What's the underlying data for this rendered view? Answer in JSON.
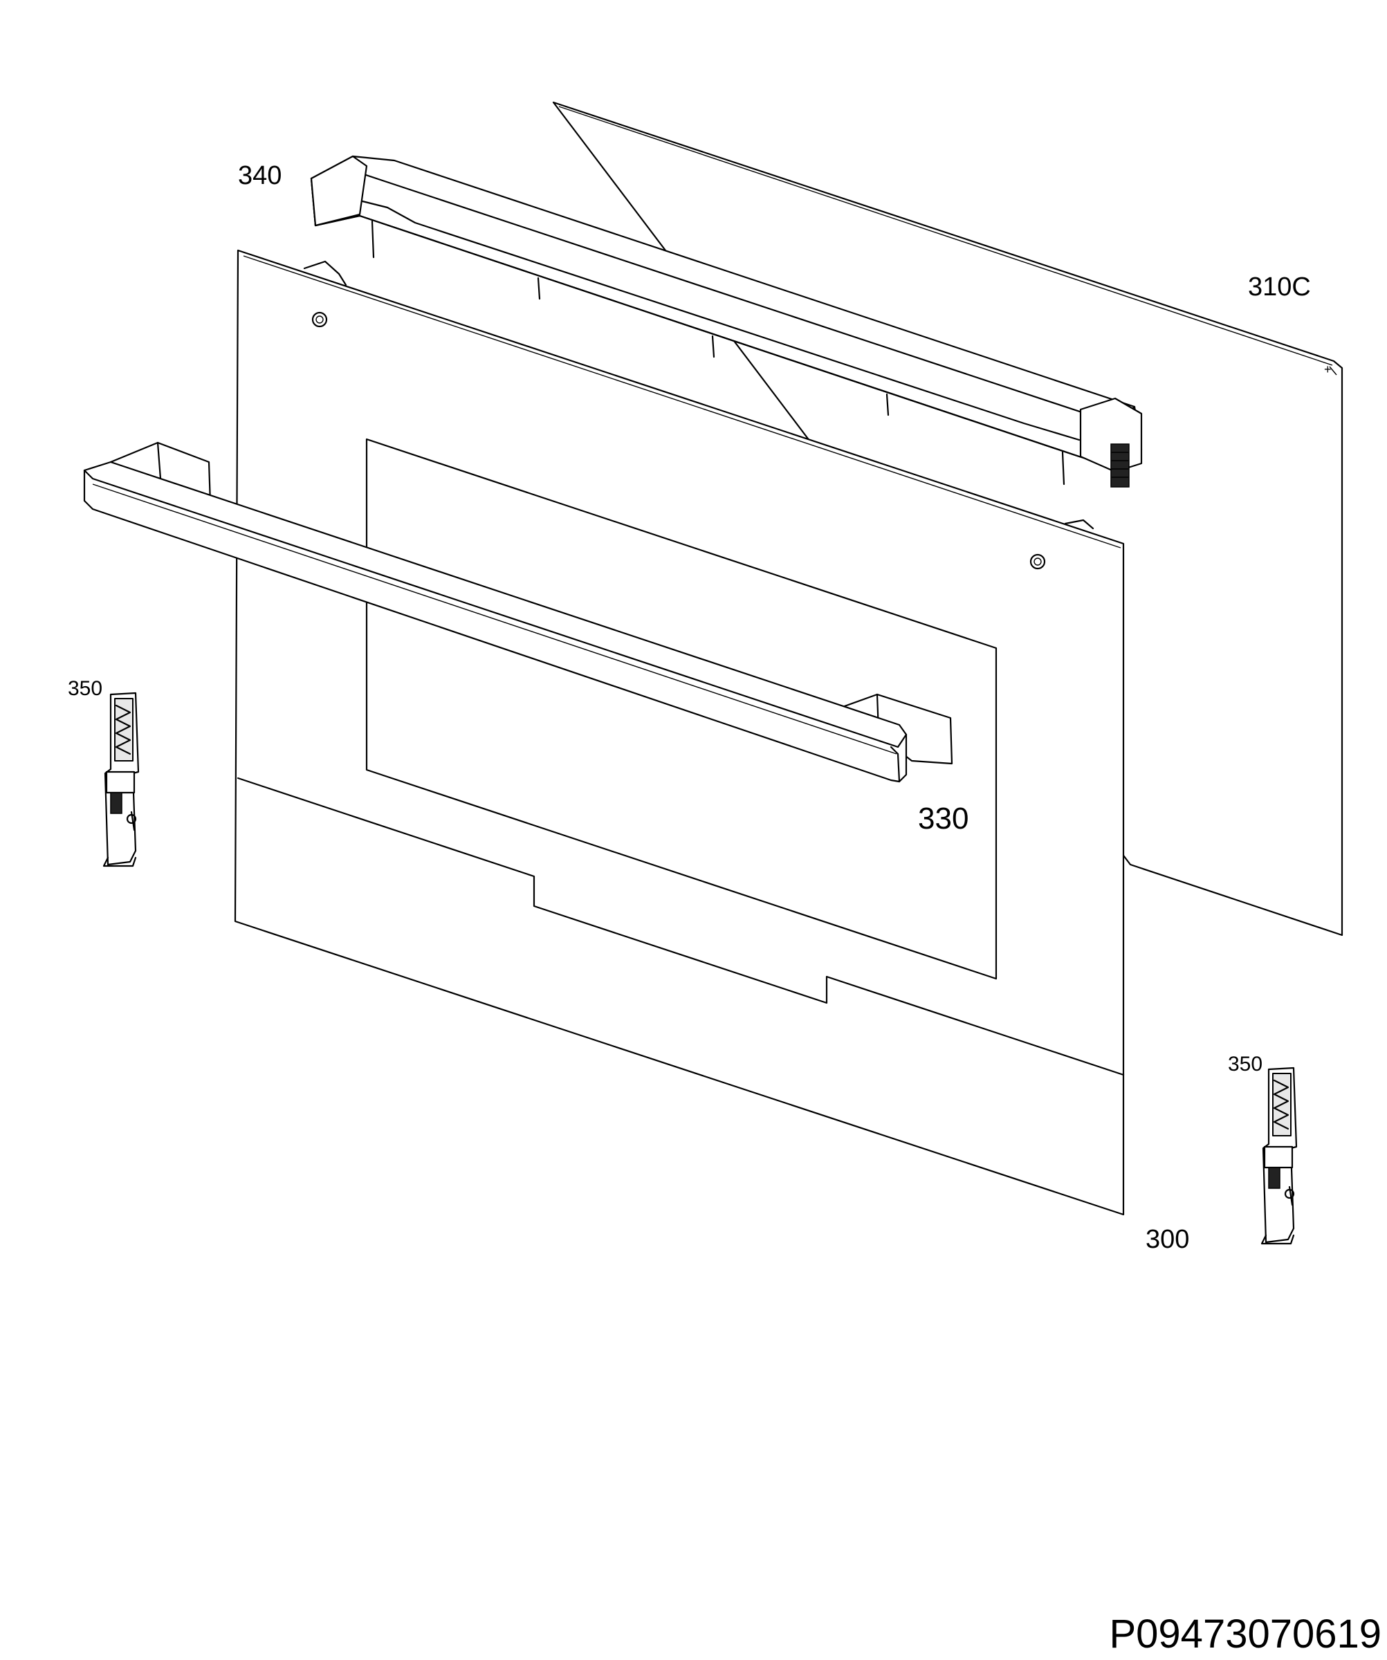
{
  "diagram": {
    "labels": {
      "glass_inner": "310C",
      "top_profile": "340",
      "handle": "330",
      "door_outer": "300",
      "hinge_left": "350",
      "hinge_right": "350"
    },
    "drawing_code": "P09473070619"
  }
}
